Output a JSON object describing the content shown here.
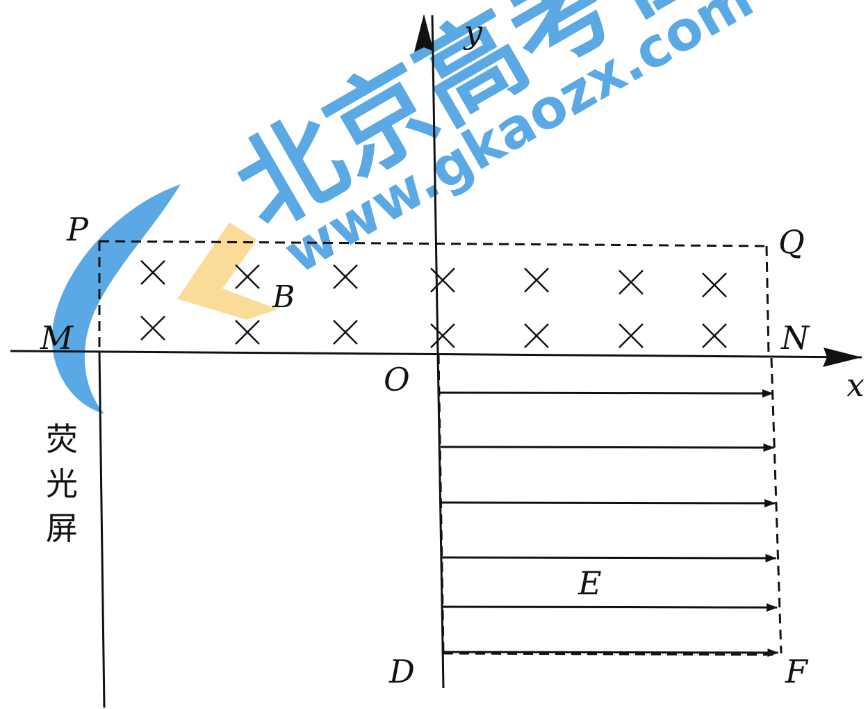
{
  "colors": {
    "ink": "#111111",
    "watermark_blue": "#3d9ae0",
    "watermark_orange": "#f7b733"
  },
  "labels": {
    "y_axis": "y",
    "x_axis": "x",
    "P": "P",
    "Q": "Q",
    "M": "M",
    "N": "N",
    "O": "O",
    "D": "D",
    "F": "F",
    "B": "B",
    "E": "E"
  },
  "screen": {
    "chars": [
      "荧",
      "光",
      "屏"
    ]
  },
  "watermark": {
    "brand": "北京高考在线",
    "url": "www.gkaozx.com"
  },
  "icons": {
    "field_marker": "cross-into-page-icon",
    "field_arrow": "arrow-right-icon"
  }
}
